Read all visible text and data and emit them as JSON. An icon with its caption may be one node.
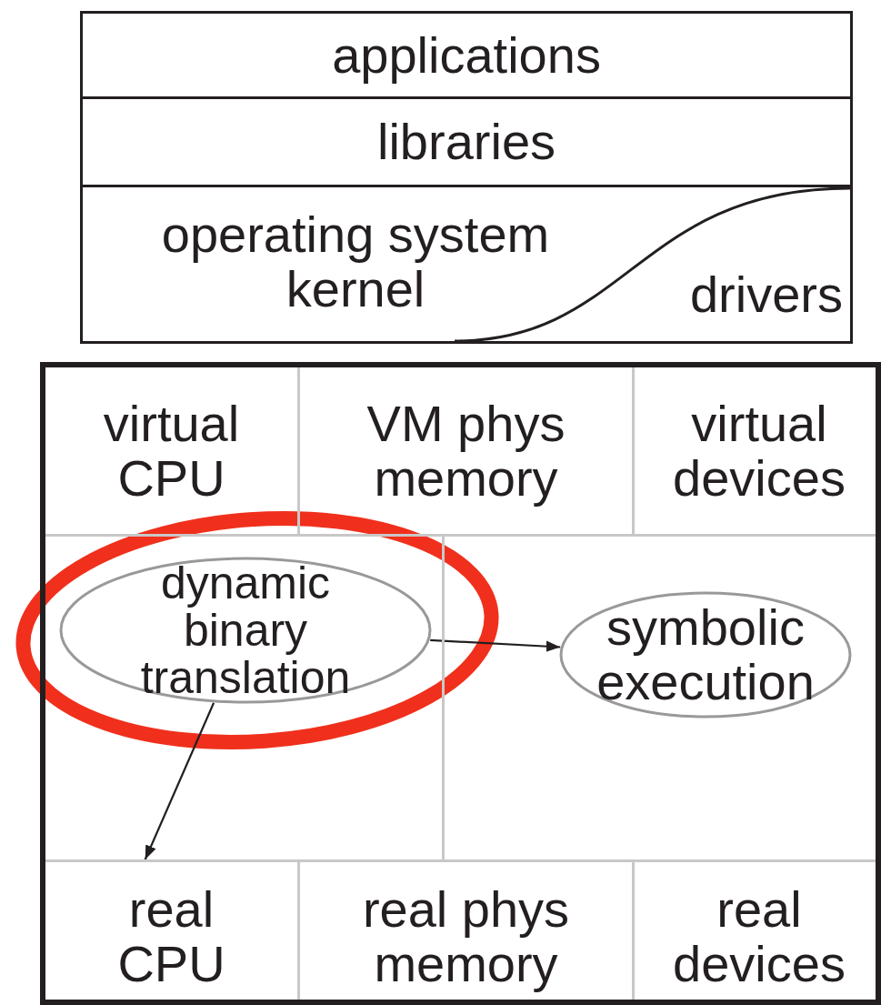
{
  "diagram": {
    "nodes": [
      {
        "text": [
          "applications"
        ]
      },
      {
        "text": [
          "libraries"
        ]
      },
      {
        "text": [
          "operating system kernel",
          "drivers"
        ]
      },
      {
        "text": [],
        "shape": "box"
      },
      {
        "text": [
          "virtual CPU"
        ],
        "in": 3
      },
      {
        "text": [
          "VM phys memory"
        ],
        "in": 3
      },
      {
        "text": [
          "virtual devices"
        ],
        "in": 3
      },
      {
        "text": [],
        "shape": "box",
        "in": 3
      },
      {
        "text": [
          "dynamic binary translation"
        ],
        "in": 7
      },
      {
        "text": [],
        "shape": "box",
        "in": 3
      },
      {
        "text": [
          "symbolic execution"
        ],
        "in": 9
      },
      {
        "text": [
          "real CPU"
        ],
        "in": 3
      },
      {
        "text": [
          "real phys memory"
        ],
        "in": 3
      },
      {
        "text": [
          "real devices"
        ],
        "in": 3
      }
    ],
    "edges": [
      {
        "from": 8,
        "to": 10,
        "arrow": "to"
      },
      {
        "from": 8,
        "to": 11,
        "arrow": "to"
      }
    ]
  }
}
